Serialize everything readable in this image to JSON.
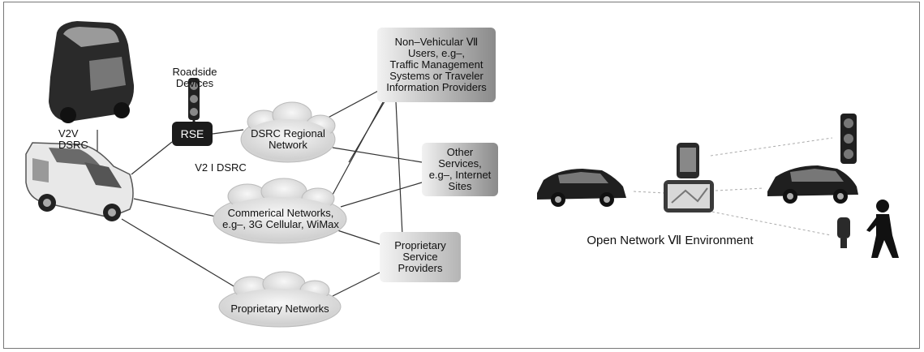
{
  "labels": {
    "roadside_devices": "Roadside\nDevices",
    "v2v": "V2V\nDSRC",
    "rse": "RSE",
    "v2i": "V2 I DSRC",
    "dsrc_regional": "DSRC Regional\nNetwork",
    "commercial": "Commerical Networks,\ne.g–, 3G Cellular, WiMax",
    "proprietary_networks": "Proprietary Networks",
    "non_vehicular": "Non–Vehicular Ⅶ\nUsers, e.g–,\nTraffic Management\nSystems or Traveler\nInformation Providers",
    "other_services": "Other\nServices,\ne.g–, Internet\nSites",
    "proprietary_service": "Proprietary\nService\nProviders",
    "open_network": "Open Network Ⅶ Environment"
  }
}
